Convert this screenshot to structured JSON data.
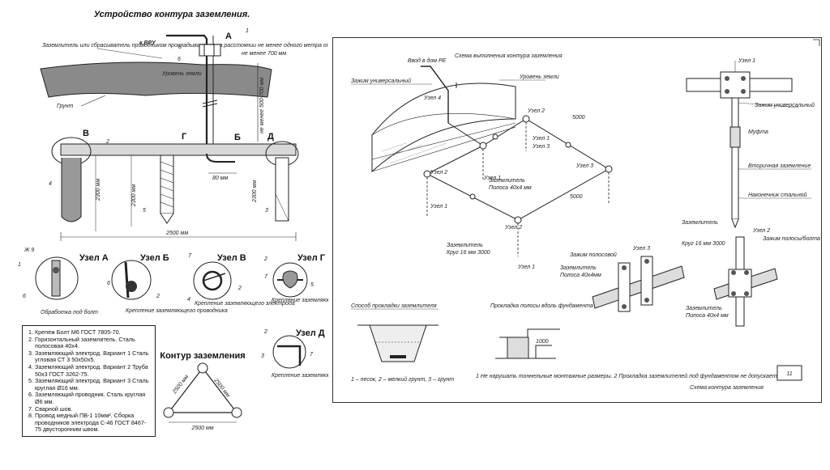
{
  "left": {
    "title": "Устройство контура заземления.",
    "top_note": "Заземлитель или сбрасыватель проводником прокладываются на расстоянии не менее одного метра от стены (фундамента)",
    "label_vru": "к ВРУ",
    "label_ground_line": "Уровень земли",
    "label_grunt": "Грунт",
    "label_not_less": "не менее 700 мм",
    "label_depth": "не менее 500-700 мм",
    "letters": [
      "А",
      "В",
      "Г",
      "Б",
      "Д"
    ],
    "dim_2500": "2500 мм",
    "dim_2300a": "2300 мм",
    "dim_2300b": "2300 мм",
    "dim_2300c": "2300 мм",
    "dim_80": "80 мм",
    "nodes": [
      {
        "title": "Узел А",
        "caption": "Обработка под болт"
      },
      {
        "title": "Узел Б",
        "caption": "Крепление заземляющего проводника"
      },
      {
        "title": "Узел В",
        "caption": "Крепление заземляющего электрода"
      },
      {
        "title": "Узел Г",
        "caption": "Крепление заземляющего электрода"
      },
      {
        "title": "Узел Д",
        "caption": "Крепление заземляющего электрода"
      }
    ],
    "small_label_zh9": "Ж 9",
    "legend": [
      "Крепеж Болт М6 ГОСТ 7805-70.",
      "Горизонтальный заземлитель. Сталь полосовая 40х4.",
      "Заземляющий электрод. Вариант 1 Сталь угловая СТ 3 50х50х5.",
      "Заземляющий электрод. Вариант 2 Труба 50х3 ГОСТ 3262-75.",
      "Заземляющий электрод. Вариант 3 Сталь круглая Ø16 мм.",
      "Заземляющий проводник. Сталь круглая Ø6 мм.",
      "Сварной шов.",
      "Провод медный ПВ-1 10мм². Сборка проводников электрода С-46 ГОСТ 8467-75 двусторонним швом."
    ],
    "triangle_title": "Контур заземления",
    "triangle_side_a": "2500 мм",
    "triangle_side_b": "2500 мм",
    "triangle_base": "2500 мм"
  },
  "right": {
    "top_title": "Схема выполнения контура заземления",
    "label_vvod": "Ввод в дом РЕ",
    "label_zazhim_univ": "Зажим универсальный",
    "label_uroven_zemli": "Уровень земли",
    "label_uzel4": "Узел 4",
    "label_uzel1": "Узел 1",
    "label_uzel2": "Узел 2",
    "label_uzel3": "Узел 3",
    "label_zazemlitel": "Заземлитель",
    "label_polosa": "Полоса 40х4 мм",
    "label_krug": "Круг 16 мм 3000",
    "dim_5000a": "5000",
    "dim_5000b": "5000",
    "detail1_title": "Узел 1",
    "detail1_labels": [
      "Зажим универсальный",
      "Муфта",
      "Вторичная заземление",
      "Наконечник стальной"
    ],
    "detail2_title": "Узел 2",
    "detail2_labels": [
      "Заземлитель",
      "Круг 16 мм 3000",
      "Зажим полосы/болта",
      "Заземлитель",
      "Полоса 40х4 мм"
    ],
    "detail3_title": "Узел 3",
    "detail3_labels": [
      "Зажим полосовой",
      "Заземлитель",
      "Полоса 40х4мм"
    ],
    "section_title": "Способ прокладки заземлителя",
    "section_caption": "1 – песок, 2 – мелкий грунт, 3 – грунт",
    "wall_title": "Прокладка полосы вдоль фундамента",
    "notes": "1 Не нарушать тоннельные монтажные размеры. 2 Прокладка заземлителей под фундаментом не допускается",
    "sheet_no": "11",
    "bottom_caption": "Схема контура заземления"
  }
}
